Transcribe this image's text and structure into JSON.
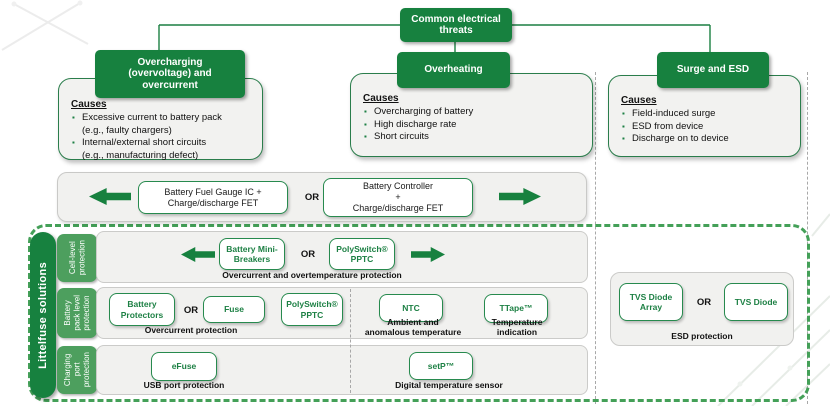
{
  "colors": {
    "brand_green": "#17813f",
    "tab_green": "#4d9f5e",
    "dashed_green": "#44a058",
    "panel_gray": "#f1f1ef",
    "box_text_green": "#1d8044"
  },
  "root_box": {
    "label": "Common electrical\nthreats"
  },
  "threats": [
    {
      "title": "Overcharging\n(overvoltage) and\novercurrent",
      "causes_heading": "Causes",
      "causes": [
        "Excessive current to battery pack\n(e.g., faulty chargers)",
        "Internal/external short circuits\n(e.g., manufacturing defect)"
      ]
    },
    {
      "title": "Overheating",
      "causes_heading": "Causes",
      "causes": [
        "Overcharging of battery",
        "High discharge rate",
        "Short circuits"
      ]
    },
    {
      "title": "Surge and ESD",
      "causes_heading": "Causes",
      "causes": [
        "Field-induced surge",
        "ESD from device",
        "Discharge on to device"
      ]
    }
  ],
  "system_band": {
    "box1": "Battery Fuel Gauge IC +\nCharge/discharge FET",
    "or": "OR",
    "box2": "Battery Controller\n+\nCharge/discharge FET"
  },
  "solutions": {
    "sidebar_label": "Littelfuse solutions",
    "rows": [
      {
        "tab": "Cell-level\nprotection",
        "item1": "Battery Mini-\nBreakers",
        "or": "OR",
        "item2": "PolySwitch®\nPPTC",
        "caption": "Overcurrent and overtemperature protection"
      },
      {
        "tab": "Battery\npack level\nprotection",
        "group1": {
          "item1": "Battery\nProtectors",
          "or": "OR",
          "item2": "Fuse",
          "item3": "PolySwitch®\nPPTC",
          "caption": "Overcurrent protection"
        },
        "group2": {
          "item": "NTC",
          "caption": "Ambient and\nanomalous temperature"
        },
        "group3": {
          "item": "TTape™",
          "caption": "Temperature\nindication"
        }
      },
      {
        "tab": "Charging\nport\nprotection",
        "group1": {
          "item": "eFuse",
          "caption": "USB port protection"
        },
        "group2": {
          "item": "setP™",
          "caption": "Digital temperature sensor"
        }
      }
    ],
    "esd": {
      "box1": "TVS Diode\nArray",
      "or": "OR",
      "box2": "TVS Diode",
      "caption": "ESD protection"
    }
  },
  "icons": {
    "left_arrow": "left-arrow",
    "right_arrow": "right-arrow"
  }
}
